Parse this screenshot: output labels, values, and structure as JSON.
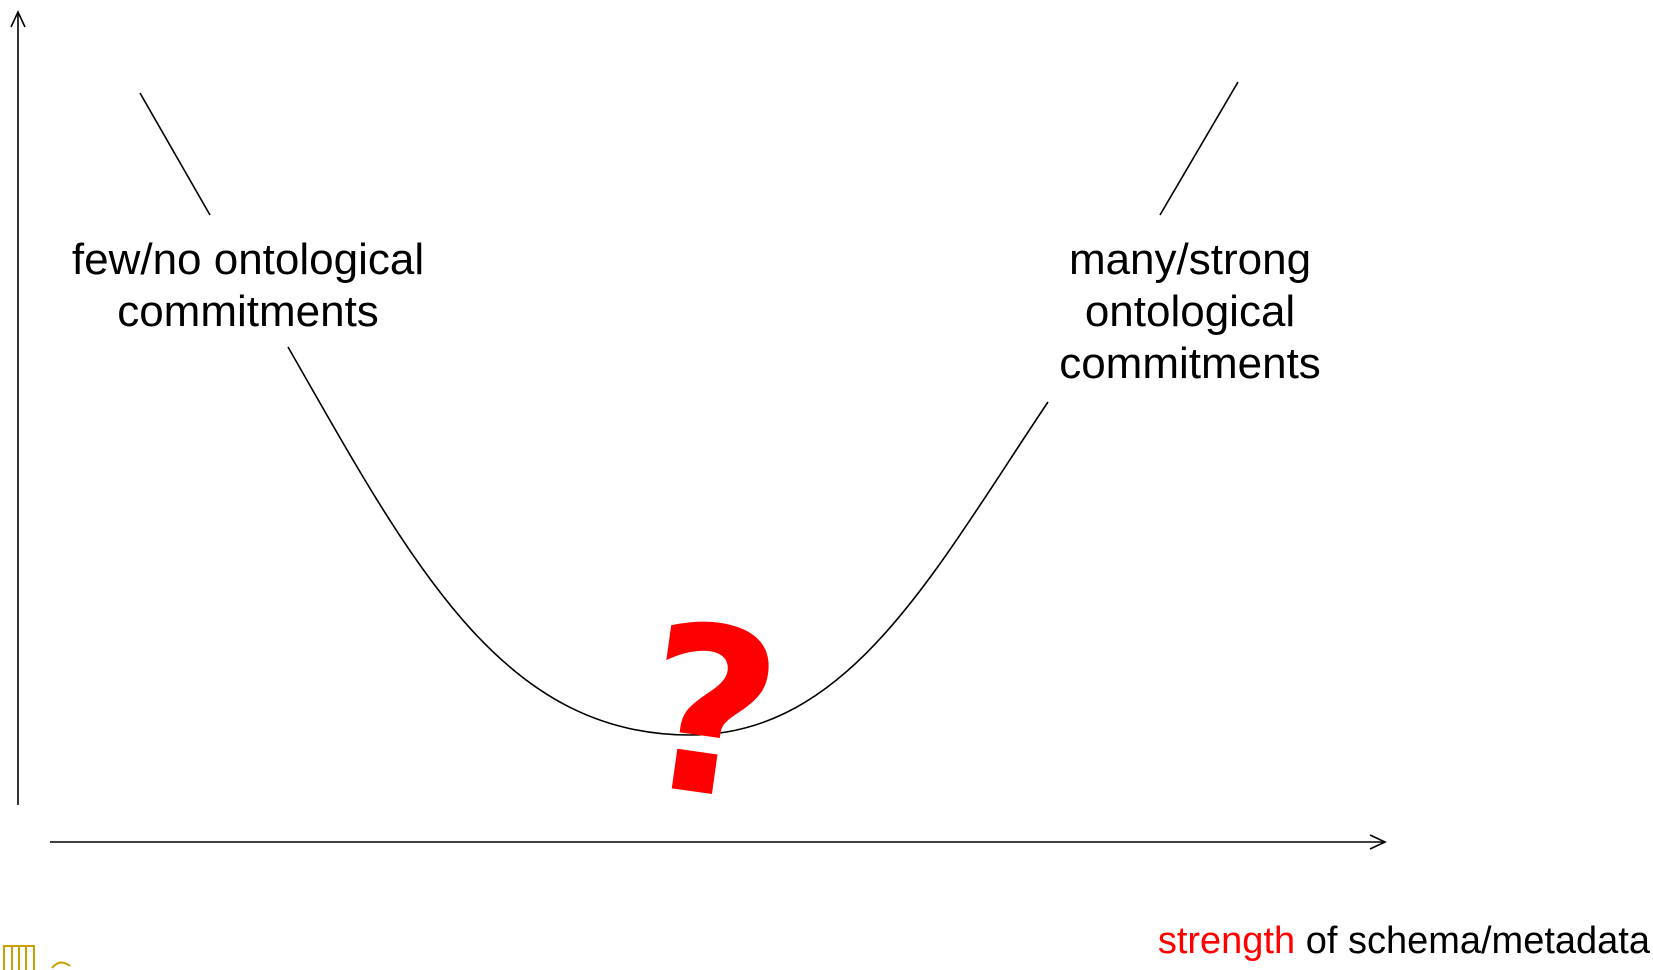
{
  "diagram": {
    "left_label": {
      "lines": [
        "few/no ontological",
        "commitments"
      ]
    },
    "right_label": {
      "lines": [
        "many/strong",
        "ontological",
        "commitments"
      ]
    },
    "x_axis_caption": {
      "highlight": "strength",
      "rest": " of schema/metadata"
    },
    "center_mark": "?"
  },
  "colors": {
    "line": "#000000",
    "highlight": "#ff0000",
    "question_mark": "#ff0000",
    "logo": "#c8a000"
  },
  "icons": {
    "logo": "institution-logo-icon"
  }
}
